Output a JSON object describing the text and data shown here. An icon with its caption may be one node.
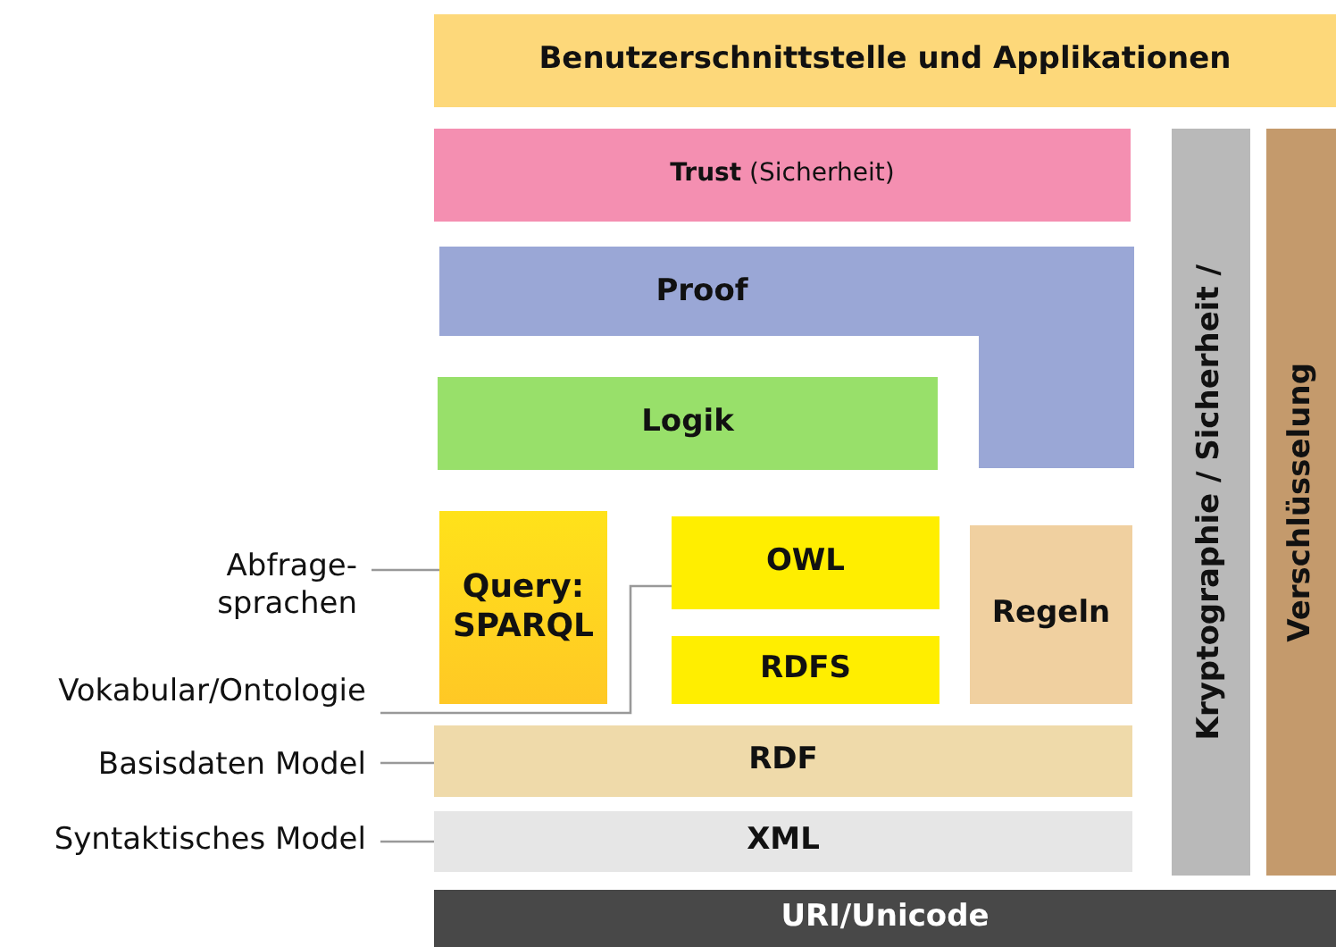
{
  "diagram": {
    "nodes": [
      {
        "text": [
          "Benutzerschnittstelle und Applikationen"
        ]
      },
      {
        "text": [
          "**Trust** (Sicherheit)"
        ]
      },
      {
        "text": [
          "Proof"
        ]
      },
      {
        "text": [
          "Logik"
        ]
      },
      {
        "text": [
          "Query: SPARQL"
        ]
      },
      {
        "text": [
          "OWL"
        ]
      },
      {
        "text": [
          "RDFS"
        ]
      },
      {
        "text": [
          "Regeln"
        ]
      },
      {
        "text": [
          "RDF"
        ]
      },
      {
        "text": [
          "XML"
        ]
      },
      {
        "text": [
          "URI/Unicode"
        ]
      },
      {
        "text": [
          "Kryptographie / Sicherheit /"
        ]
      },
      {
        "text": [
          "Verschlüsselung"
        ]
      },
      {
        "text": [
          "Abfrage- sprachen"
        ]
      },
      {
        "text": [
          "Vokabular/Ontologie"
        ]
      },
      {
        "text": [
          "Basisdaten Model"
        ]
      },
      {
        "text": [
          "Syntaktisches Model"
        ]
      }
    ],
    "edges": [
      {
        "from": 13,
        "to": 4,
        "arrow": "none"
      },
      {
        "from": 14,
        "to": 5,
        "arrow": "none"
      },
      {
        "from": 15,
        "to": 8,
        "arrow": "none"
      },
      {
        "from": 16,
        "to": 9,
        "arrow": "none"
      }
    ]
  }
}
